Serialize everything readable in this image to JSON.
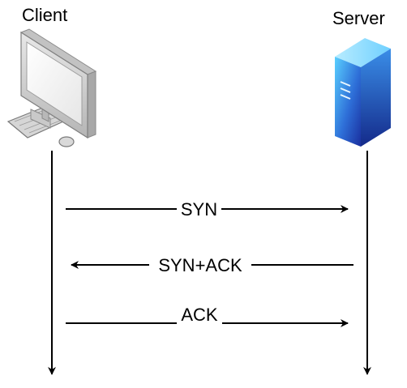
{
  "participants": {
    "client": {
      "label": "Client",
      "icon": "desktop-computer-icon"
    },
    "server": {
      "label": "Server",
      "icon": "server-tower-icon"
    }
  },
  "messages": [
    {
      "label": "SYN",
      "direction": "client-to-server"
    },
    {
      "label": "SYN+ACK",
      "direction": "server-to-client"
    },
    {
      "label": "ACK",
      "direction": "client-to-server"
    }
  ],
  "colors": {
    "line": "#000000",
    "server_light": "#4fc3f7",
    "server_dark": "#1a2f9e",
    "computer_body": "#e0e0e0",
    "computer_edge": "#8a8a8a"
  }
}
